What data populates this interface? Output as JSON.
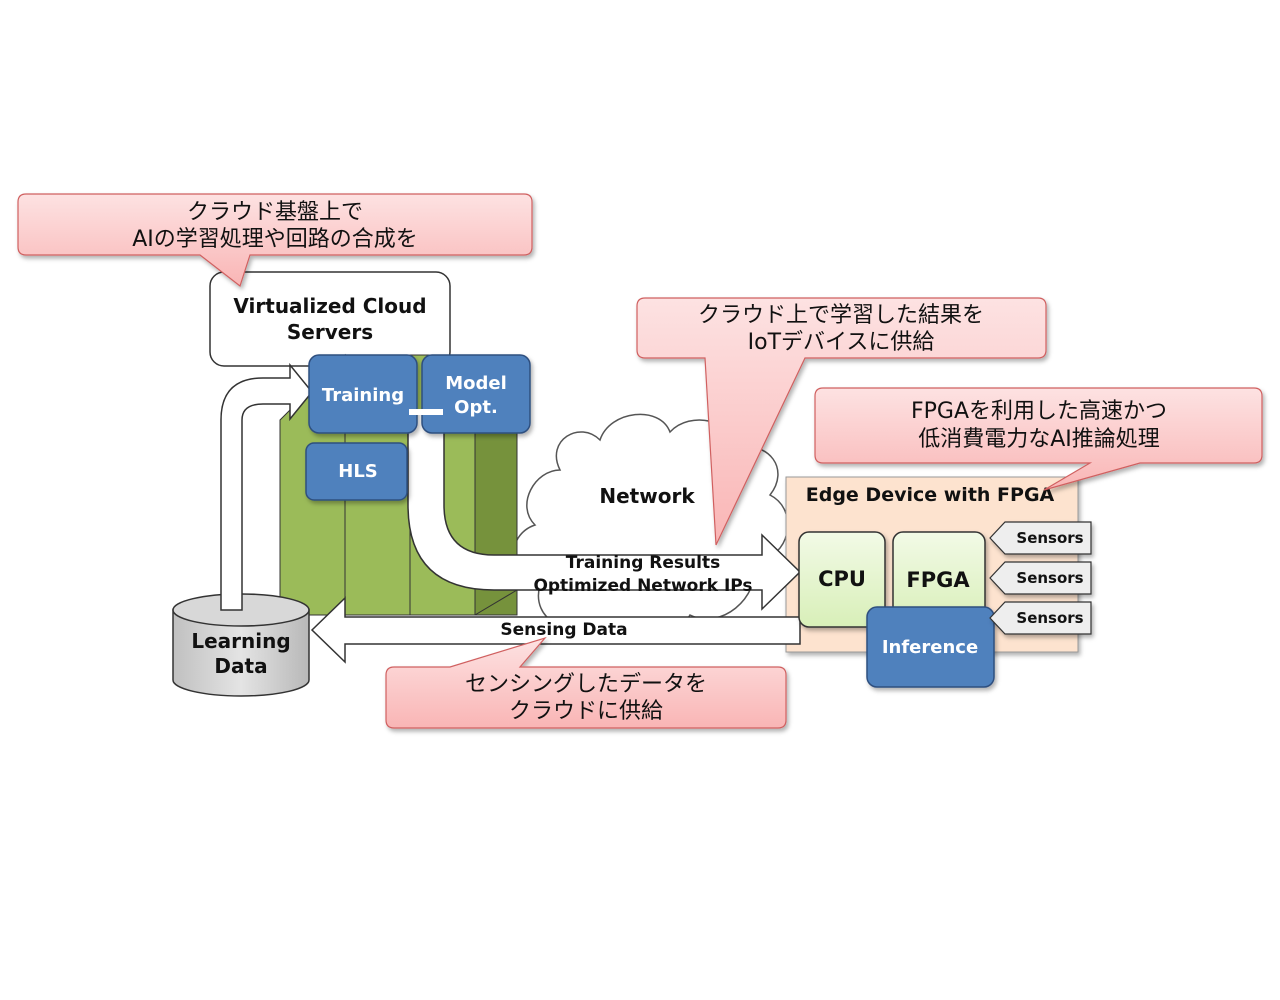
{
  "callouts": {
    "cloud_ai": {
      "line1": "クラウド基盤上で",
      "line2": "AIの学習処理や回路の合成を"
    },
    "iot_supply": {
      "line1": "クラウド上で学習した結果を",
      "line2": "IoTデバイスに供給"
    },
    "fpga_infer": {
      "line1": "FPGAを利用した高速かつ",
      "line2": "低消費電力なAI推論処理"
    },
    "sensing": {
      "line1": "センシングしたデータを",
      "line2": "クラウドに供給"
    }
  },
  "cloud": {
    "title1": "Virtualized Cloud",
    "title2": "Servers"
  },
  "blocks": {
    "training": "Training",
    "model1": "Model",
    "model2": "Opt.",
    "hls": "HLS"
  },
  "network": {
    "label": "Network"
  },
  "database": {
    "line1": "Learning",
    "line2": "Data"
  },
  "flows": {
    "results1": "Training Results",
    "results2": "Optimized Network IPs",
    "sensing": "Sensing Data"
  },
  "edge": {
    "title": "Edge Device with FPGA",
    "cpu": "CPU",
    "fpga": "FPGA",
    "inference": "Inference",
    "sensors": [
      "Sensors",
      "Sensors",
      "Sensors"
    ]
  },
  "colors": {
    "callout_fill": "#fbc6c6",
    "callout_stroke": "#d06060",
    "server_green": "#9bbb59",
    "server_dark": "#76923c",
    "block_blue": "#4f81bd",
    "block_blue_stroke": "#2f4f7f",
    "edge_fill": "#fde3cf",
    "chip_fill": "#e6f5d0",
    "db_fill": "#d0d0d0"
  }
}
